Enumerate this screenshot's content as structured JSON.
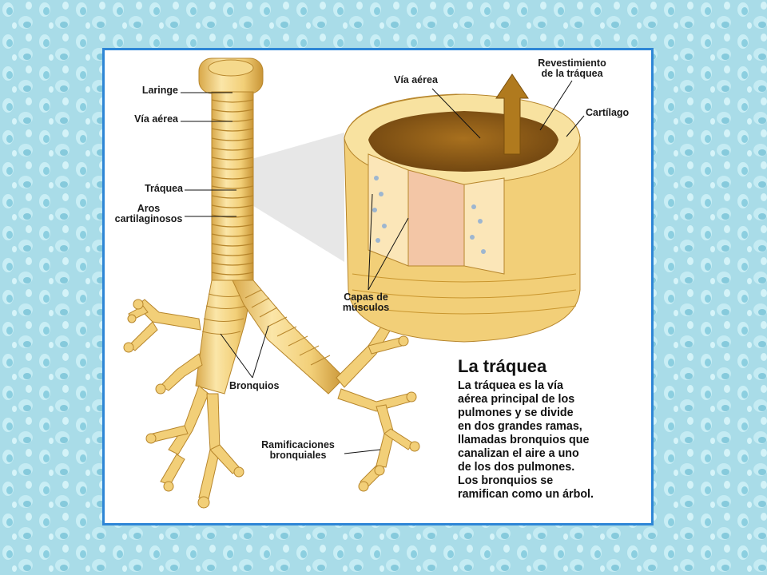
{
  "slide": {
    "colors": {
      "background": "#a8dbe6",
      "frame_border": "#2e86d6",
      "tissue": "#f2d27a",
      "tissue_dark": "#c9962e"
    },
    "labels": {
      "laringe": "Laringe",
      "via_aerea_left": "Vía aérea",
      "traquea": "Tráquea",
      "aros": "Aros\ncartilaginosos",
      "bronquios": "Bronquios",
      "ramificaciones": "Ramificaciones\nbronquiales",
      "via_aerea_cross": "Vía aérea",
      "revestimiento": "Revestimiento\nde la tráquea",
      "cartilago": "Cartílago",
      "capas": "Capas de\nmúsculos"
    },
    "caption": {
      "title": "La tráquea",
      "lines": [
        "La tráquea es la vía",
        "aérea principal de los",
        "pulmones y se divide",
        "en dos grandes ramas,",
        "llamadas bronquios que",
        "canalizan el aire a uno",
        "de los dos pulmones.",
        "Los bronquios se",
        "ramifican como un árbol."
      ]
    }
  }
}
